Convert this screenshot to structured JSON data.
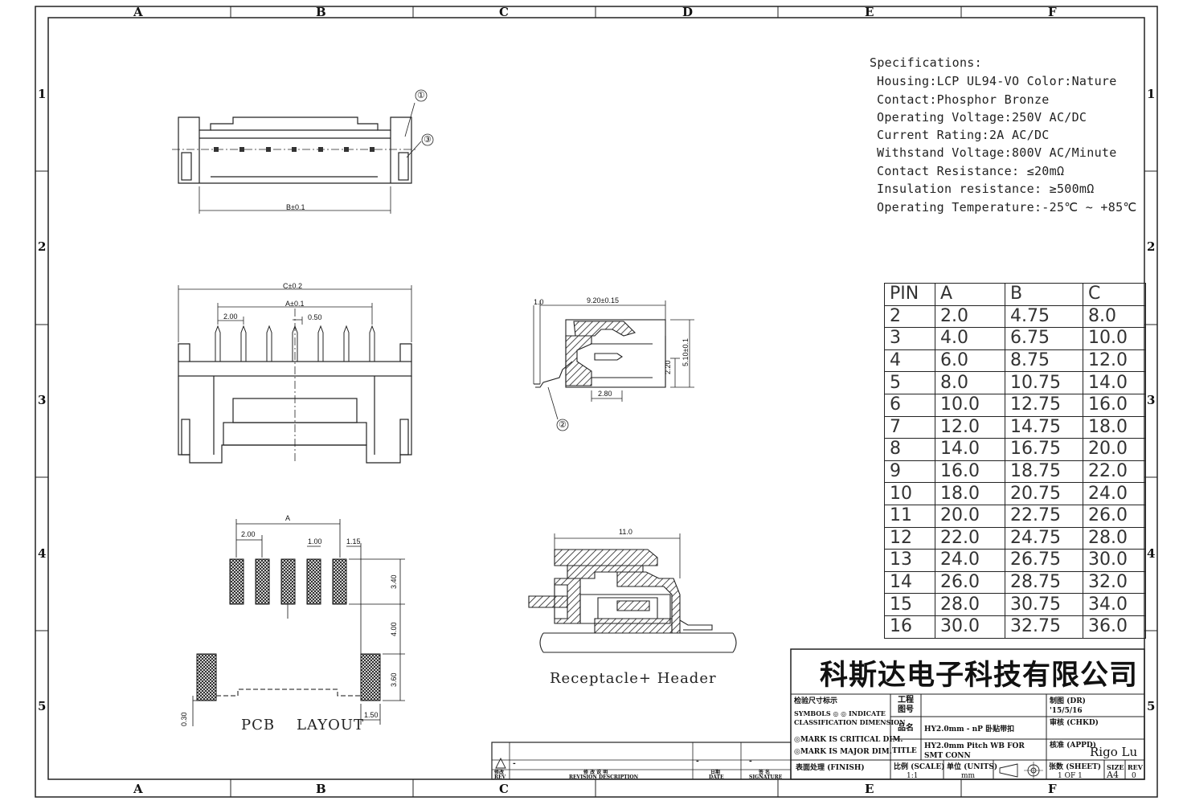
{
  "grid": {
    "columns": [
      "A",
      "B",
      "C",
      "D",
      "E",
      "F"
    ],
    "rows": [
      "1",
      "2",
      "3",
      "4",
      "5"
    ]
  },
  "specs": {
    "heading": "Specifications:",
    "lines": [
      "Housing:LCP UL94-VO Color:Nature",
      "Contact:Phosphor Bronze",
      "Operating Voltage:250V AC/DC",
      "Current Rating:2A AC/DC",
      "Withstand Voltage:800V AC/Minute",
      "Contact Resistance: ≤20mΩ",
      "Insulation resistance: ≥500mΩ",
      "Operating Temperature:-25℃ ~ +85℃"
    ]
  },
  "pin_table": {
    "headers": [
      "PIN",
      "A",
      "B",
      "C"
    ],
    "rows": [
      [
        "2",
        "2.0",
        "4.75",
        "8.0"
      ],
      [
        "3",
        "4.0",
        "6.75",
        "10.0"
      ],
      [
        "4",
        "6.0",
        "8.75",
        "12.0"
      ],
      [
        "5",
        "8.0",
        "10.75",
        "14.0"
      ],
      [
        "6",
        "10.0",
        "12.75",
        "16.0"
      ],
      [
        "7",
        "12.0",
        "14.75",
        "18.0"
      ],
      [
        "8",
        "14.0",
        "16.75",
        "20.0"
      ],
      [
        "9",
        "16.0",
        "18.75",
        "22.0"
      ],
      [
        "10",
        "18.0",
        "20.75",
        "24.0"
      ],
      [
        "11",
        "20.0",
        "22.75",
        "26.0"
      ],
      [
        "12",
        "22.0",
        "24.75",
        "28.0"
      ],
      [
        "13",
        "24.0",
        "26.75",
        "30.0"
      ],
      [
        "14",
        "26.0",
        "28.75",
        "32.0"
      ],
      [
        "15",
        "28.0",
        "30.75",
        "34.0"
      ],
      [
        "16",
        "30.0",
        "32.75",
        "36.0"
      ]
    ]
  },
  "dimensions": {
    "top_b": "B±0.1",
    "front_c": "C±0.2",
    "front_a": "A±0.1",
    "front_pitch": "2.00",
    "front_pin": "0.50",
    "side_width": "9.20±0.15",
    "side_t": "1.0",
    "side_h1": "2.20",
    "side_h2": "5.10±0.1",
    "side_w2": "2.80",
    "assy_w": "11.0",
    "pcb_a": "A",
    "pcb_pitch": "2.00",
    "pcb_pad": "1.00",
    "pcb_offset": "1.15",
    "pcb_h1": "3.40",
    "pcb_h2": "4.00",
    "pcb_h3": "3.60",
    "pcb_h4": "0.30",
    "pcb_w2": "1.50"
  },
  "callouts": [
    "①",
    "②",
    "③"
  ],
  "captions": {
    "assembly": "Receptacle+ Header",
    "pcb": "PCB    LAYOUT"
  },
  "title_block": {
    "company": "科斯达电子科技有限公司",
    "classification": "检验尺寸标示",
    "symbols": "SYMBOLS ◎ ◎ INDICATE",
    "class_dim": "CLASSIFICATION DIMENSION",
    "critical": "◎MARK IS CRITICAL DIM.",
    "major": "◎MARK IS MAJOR DIM.",
    "project_label": "工程",
    "project_label2": "图号",
    "name_label": "品名",
    "name_value": "HY2.0mm - nP 卧贴带扣",
    "title_label": "TITLE",
    "title_value": "HY2.0mm Pitch WB FOR",
    "title_value2": "SMT CONN",
    "finish_label": "表面处理 (FINISH)",
    "drawn_label": "制图 (DR)",
    "drawn_date": "'15/5/16",
    "checked_label": "审核 (CHKD)",
    "approved_label": "核准 (APPD)",
    "approved_sig": "Rigo Lu",
    "scale_label": "比例 (SCALE)",
    "scale_value": "1:1",
    "units_label": "单位 (UNITS)",
    "units_value": "mm",
    "sheet_label": "张数 (SHEET)",
    "sheet_value": "1 OF 1",
    "size_label": "SIZE",
    "size_value": "A4",
    "rev_label": "REV",
    "rev_value": "0",
    "rev_col1": "修改",
    "rev_col1b": "REV",
    "rev_desc": "修 改 说 明",
    "rev_desc_en": "REVISION DESCRIPTION",
    "date_cn": "日期",
    "date_en": "DATE",
    "sign_cn": "签 名",
    "sign_en": "SIGNATURE",
    "dash": "-"
  }
}
